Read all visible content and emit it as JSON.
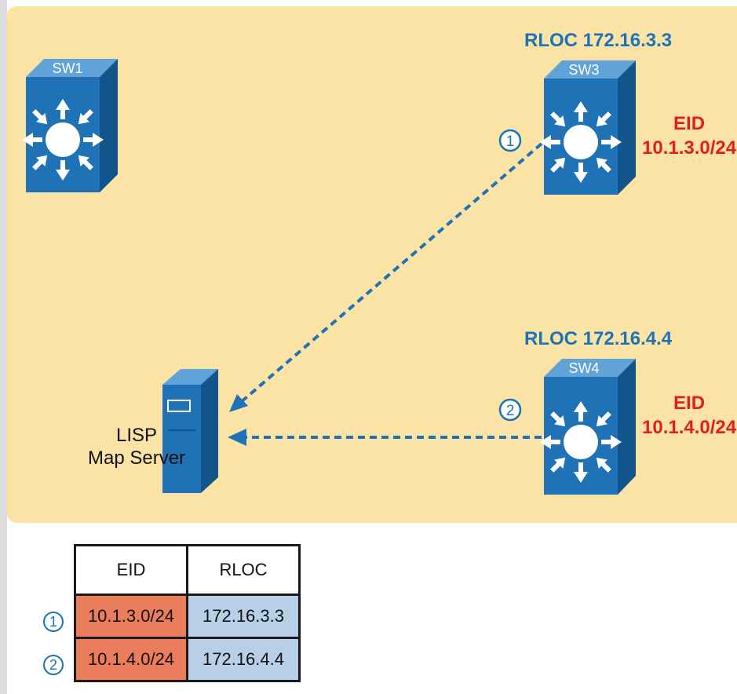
{
  "colors": {
    "background": "#fbe3a5",
    "switch_blue": "#1f72b5",
    "rloc_text": "#1b73b8",
    "eid_text": "#e0201b",
    "arrow": "#1f72b5",
    "eid_cell": "#ea7d5b",
    "rloc_cell": "#b7cfe7"
  },
  "switches": [
    {
      "name": "SW1"
    },
    {
      "name": "SW3",
      "rloc": "RLOC 172.16.3.3",
      "eid_title": "EID",
      "eid_prefix": "10.1.3.0/24"
    },
    {
      "name": "SW4",
      "rloc": "RLOC 172.16.4.4",
      "eid_title": "EID",
      "eid_prefix": "10.1.4.0/24"
    }
  ],
  "map_server": {
    "line1": "LISP",
    "line2": "Map Server"
  },
  "steps": [
    "1",
    "2"
  ],
  "table": {
    "headers": [
      "EID",
      "RLOC"
    ],
    "rows": [
      {
        "marker": "1",
        "eid": "10.1.3.0/24",
        "rloc": "172.16.3.3"
      },
      {
        "marker": "2",
        "eid": "10.1.4.0/24",
        "rloc": "172.16.4.4"
      }
    ]
  }
}
